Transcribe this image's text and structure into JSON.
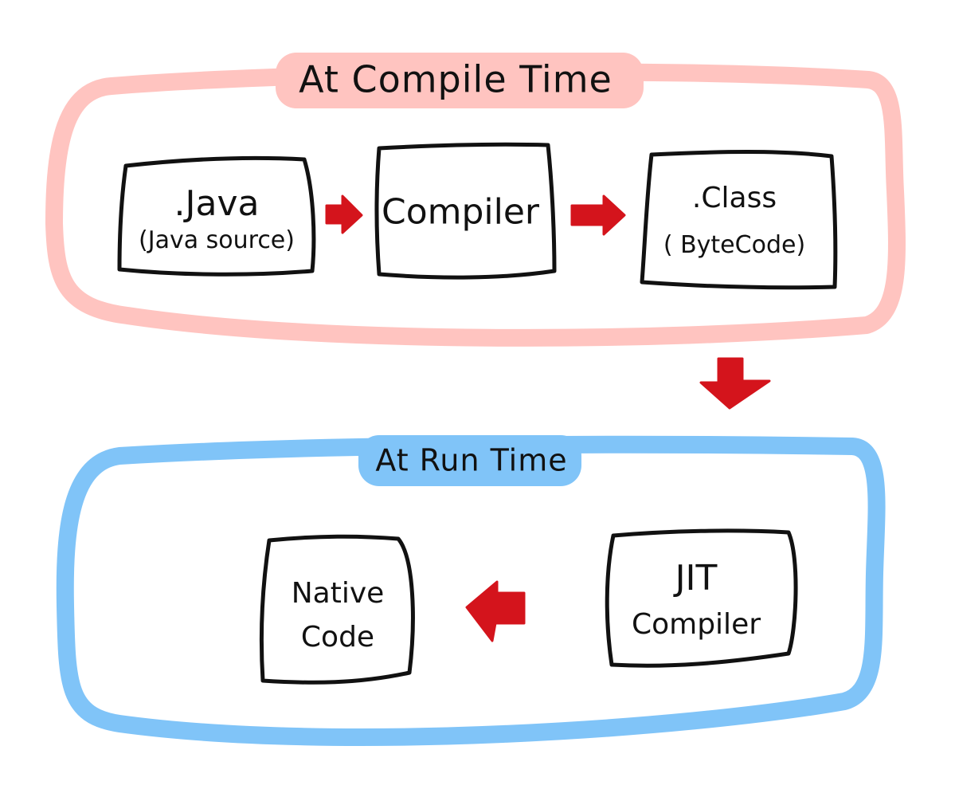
{
  "colors": {
    "compile_group": "#ffc4c0",
    "runtime_group": "#80c4f8",
    "arrow": "#d4141c",
    "box_stroke": "#111111",
    "text": "#111111"
  },
  "compile_group": {
    "title": "At Compile Time",
    "nodes": {
      "java": {
        "line1": ".Java",
        "line2": "(Java source)"
      },
      "compiler": {
        "line1": "Compiler"
      },
      "class": {
        "line1": ".Class",
        "line2": "( ByteCode)"
      }
    }
  },
  "runtime_group": {
    "title": "At Run Time",
    "nodes": {
      "native": {
        "line1": "Native",
        "line2": "Code"
      },
      "jit": {
        "line1": "JIT",
        "line2": "Compiler"
      }
    }
  },
  "arrows": [
    {
      "from": ".Java",
      "to": "Compiler",
      "direction": "right"
    },
    {
      "from": "Compiler",
      "to": ".Class",
      "direction": "right"
    },
    {
      "from": "At Compile Time",
      "to": "At Run Time",
      "direction": "down"
    },
    {
      "from": "JIT Compiler",
      "to": "Native Code",
      "direction": "left"
    }
  ]
}
